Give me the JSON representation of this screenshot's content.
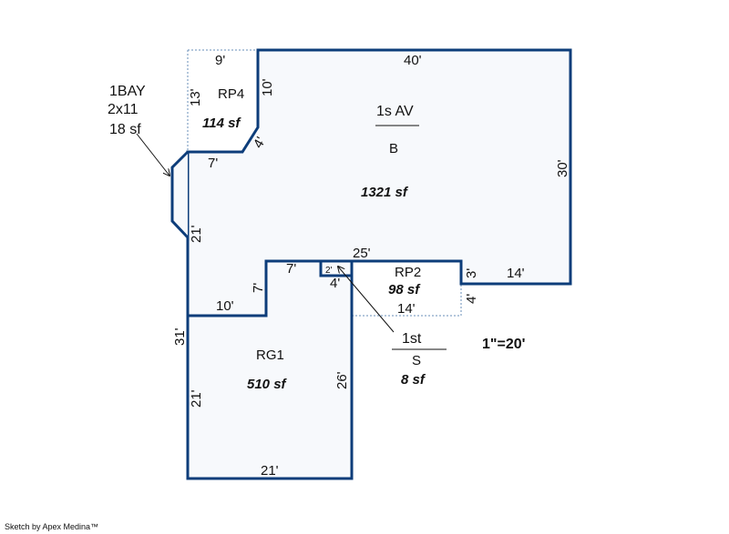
{
  "colors": {
    "wall": "#0d3d7a",
    "fill": "#f7f9fc",
    "dotted": "#6a8fb8",
    "text": "#111111"
  },
  "labels": {
    "bay_name": "1BAY",
    "bay_size": "2x11",
    "bay_area": "18 sf",
    "rp4_name": "RP4",
    "rp4_area": "114 sf",
    "main_code": "1s AV",
    "main_letter": "B",
    "main_area": "1321 sf",
    "rp2_name": "RP2",
    "rp2_area": "98 sf",
    "stoop_code": "1st",
    "stoop_letter": "S",
    "stoop_area": "8 sf",
    "rg1_name": "RG1",
    "rg1_area": "510 sf",
    "scale": "1\"=20'",
    "credit": "Sketch by Apex Medina™"
  },
  "dimensions": {
    "d_9": "9'",
    "d_40": "40'",
    "d_13": "13'",
    "d_10_top": "10'",
    "d_4_diag": "4'",
    "d_7_left": "7'",
    "d_30": "30'",
    "d_21_left": "21'",
    "d_25": "25'",
    "d_7_mid": "7'",
    "d_7_vert": "7'",
    "d_2": "2'",
    "d_4_stoop": "4'",
    "d_3": "3'",
    "d_14_right": "14'",
    "d_4_rp2": "4'",
    "d_14_bottom": "14'",
    "d_10_garage": "10'",
    "d_31": "31'",
    "d_21_garage_left": "21'",
    "d_26": "26'",
    "d_21_garage_bottom": "21'"
  }
}
